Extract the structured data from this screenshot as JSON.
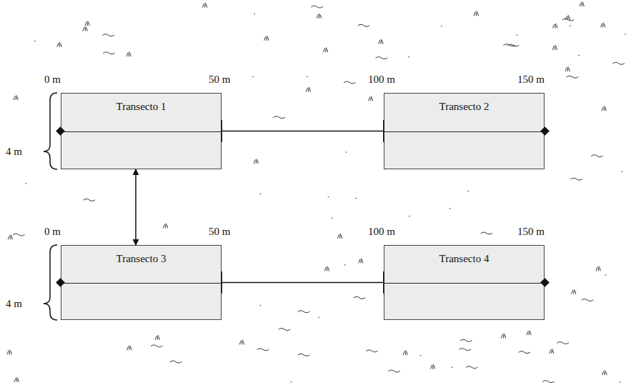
{
  "diagram": {
    "nodes": [
      {
        "text": [
          "Transecto 1"
        ]
      },
      {
        "text": [
          "Transecto 2"
        ]
      },
      {
        "text": [
          "Transecto 3"
        ]
      },
      {
        "text": [
          "Transecto 4"
        ]
      }
    ],
    "edges": [
      {
        "from": 0,
        "to": 1,
        "arrow": "none"
      },
      {
        "from": 2,
        "to": 3,
        "arrow": "none"
      },
      {
        "from": 0,
        "to": 2,
        "arrow": "both"
      }
    ],
    "labels": [
      "0 m",
      "50 m",
      "100 m",
      "150 m",
      "4 m",
      "0 m",
      "50 m",
      "100 m",
      "150 m",
      "4 m"
    ]
  }
}
